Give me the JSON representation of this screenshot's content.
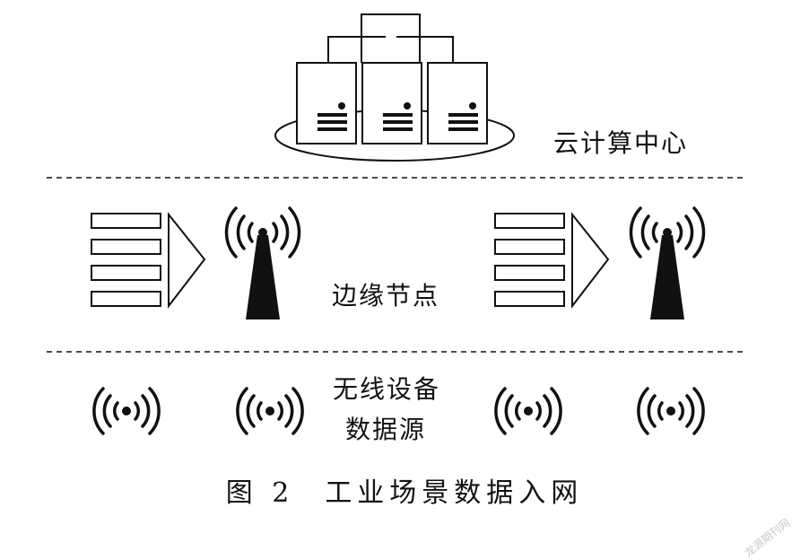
{
  "layers": {
    "cloud": "云计算中心",
    "edge": "边缘节点",
    "devices_line1": "无线设备",
    "devices_line2": "数据源"
  },
  "caption": {
    "number": "图 2",
    "title": "工业场景数据入网"
  },
  "watermark": "龙源期刊网",
  "icons": [
    "server-icon",
    "antenna-tower-icon",
    "data-stack-icon",
    "wireless-signal-icon"
  ],
  "colors": {
    "ink": "#111111",
    "background": "#ffffff"
  }
}
